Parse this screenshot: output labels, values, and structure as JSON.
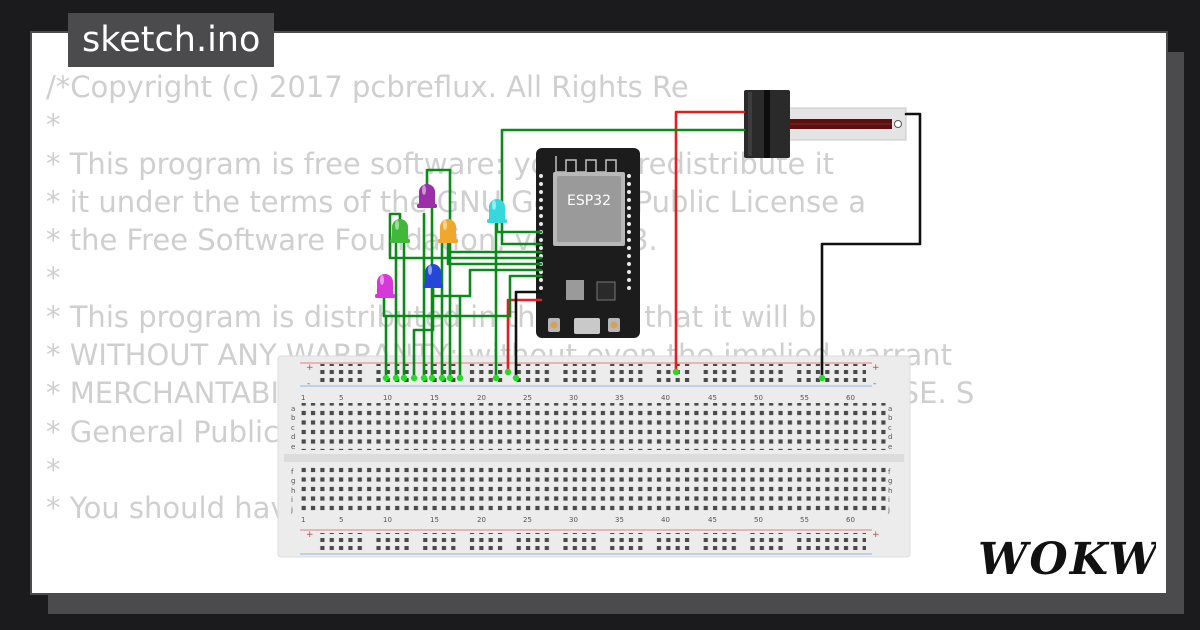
{
  "editor": {
    "file_name": "sketch.ino",
    "code_lines": [
      "/*Copyright (c) 2017 pcbreflux. All Rights Re",
      "*",
      "* This program is free software: you can redistribute it",
      "* it under the terms of the GNU General Public License a",
      "* the Free Software Foundation, version 3.",
      "*",
      "* This program is distributed in the hope that it will b",
      "* WITHOUT ANY WARRANTY; without even the implied warrant",
      "* MERCHANTABILITY or FITNESS FOR A PARTICULAR PURPOSE. S",
      "* General Public License for more details.",
      "*",
      "* You should have received a copy of the GNU General Pub"
    ]
  },
  "board": {
    "label": "ESP32"
  },
  "breadboard": {
    "column_numbers": [
      "1",
      "5",
      "10",
      "15",
      "20",
      "25",
      "30",
      "35",
      "40",
      "45",
      "50",
      "55",
      "60"
    ],
    "top_row_letters": [
      "a",
      "b",
      "c",
      "d",
      "e"
    ],
    "bottom_row_letters": [
      "f",
      "g",
      "h",
      "i",
      "j"
    ],
    "rail_plus": "+",
    "rail_minus": "-"
  },
  "leds": [
    {
      "name": "purple",
      "color": "#9b2fa8"
    },
    {
      "name": "green",
      "color": "#42b83a"
    },
    {
      "name": "orange",
      "color": "#f0a72c"
    },
    {
      "name": "cyan",
      "color": "#35d9dc"
    },
    {
      "name": "blue",
      "color": "#2447d8"
    },
    {
      "name": "magenta",
      "color": "#d639d8"
    }
  ],
  "colors": {
    "background": "#1b1b1d",
    "panel": "#4b4b4d",
    "wire_green": "#0b8a1a",
    "wire_red": "#e0201b",
    "wire_black": "#111111",
    "board": "#1c1c1c"
  },
  "brand": {
    "logo": "WOKWi"
  }
}
